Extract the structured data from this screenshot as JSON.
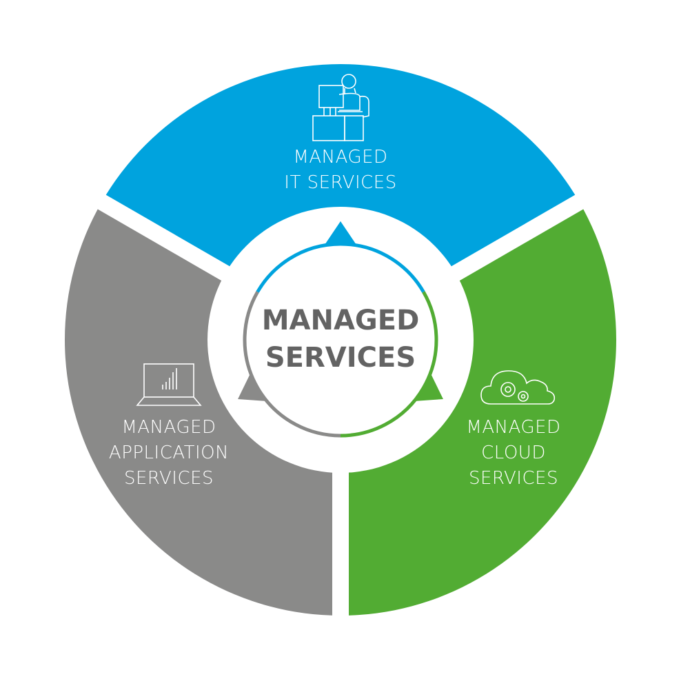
{
  "center": {
    "line1": "MANAGED",
    "line2": "SERVICES"
  },
  "segments": [
    {
      "id": "it",
      "icon": "person-at-computer-icon",
      "lines": [
        "MANAGED",
        "IT SERVICES"
      ],
      "color": "#00a3de"
    },
    {
      "id": "cloud",
      "icon": "cloud-gears-icon",
      "lines": [
        "MANAGED",
        "CLOUD",
        "SERVICES"
      ],
      "color": "#52ac33"
    },
    {
      "id": "app",
      "icon": "laptop-chart-icon",
      "lines": [
        "MANAGED",
        "APPLICATION",
        "SERVICES"
      ],
      "color": "#8a8a89"
    }
  ],
  "colors": {
    "text": "#636363",
    "background": "#ffffff"
  }
}
